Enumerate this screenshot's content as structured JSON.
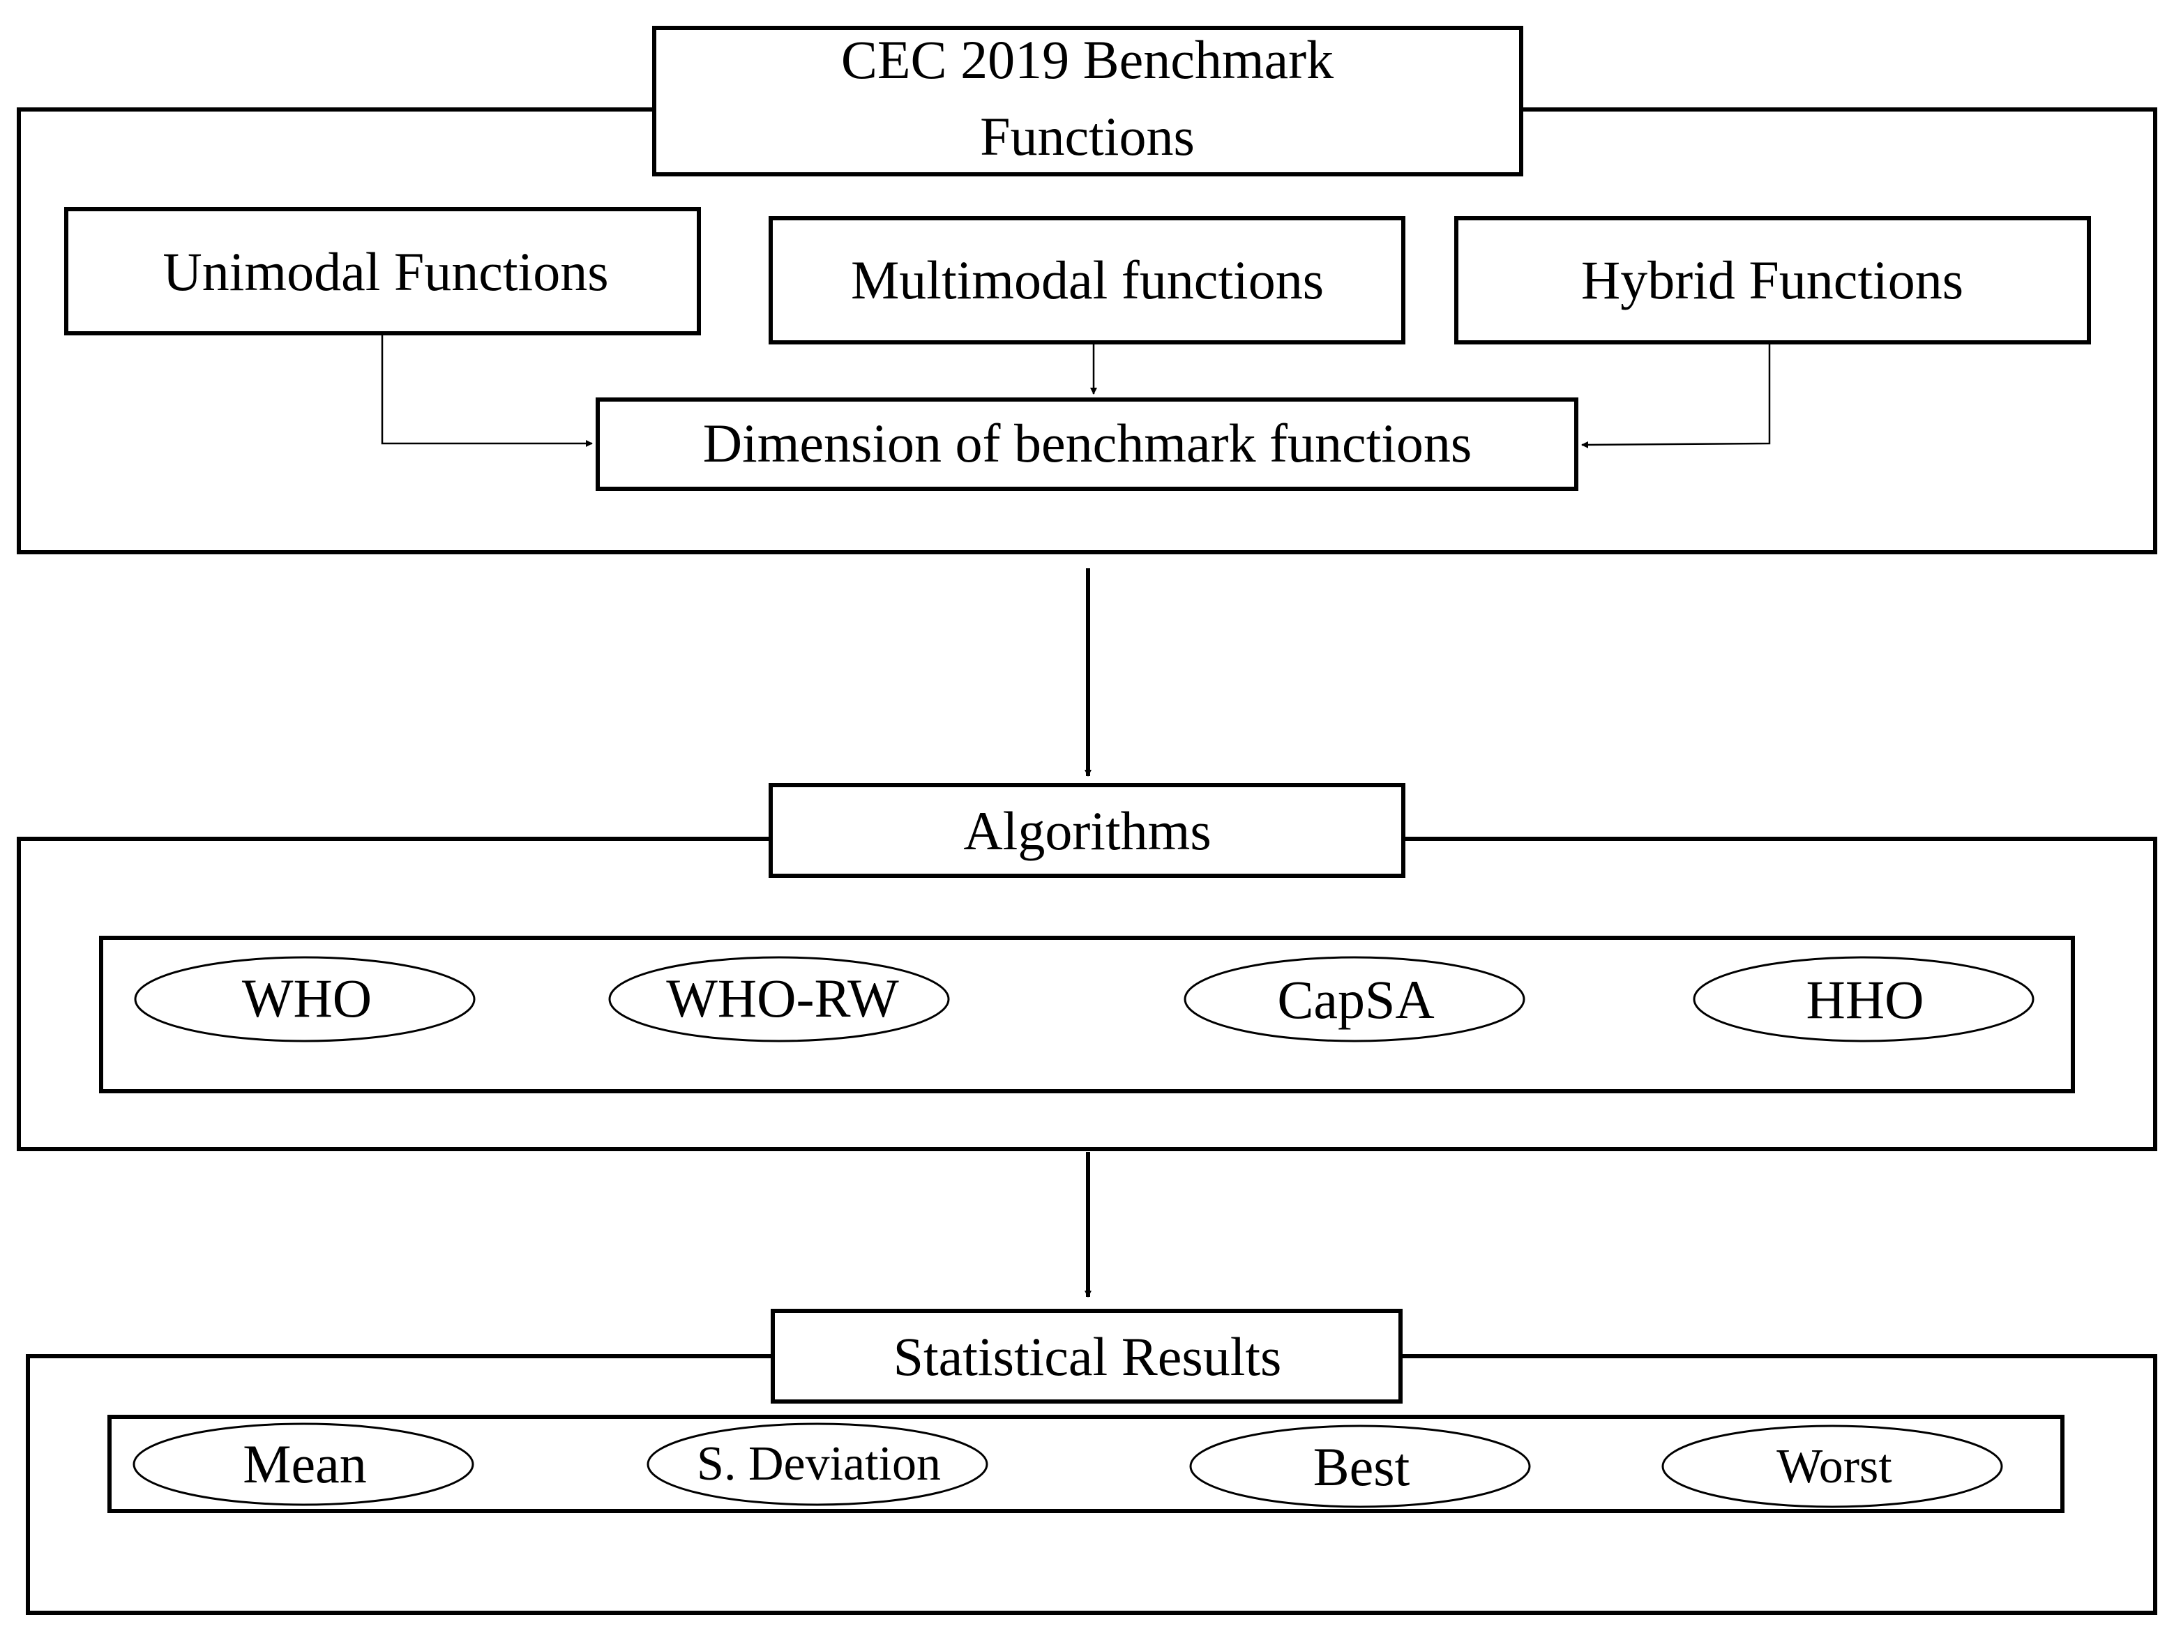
{
  "benchmark": {
    "title_line1": "CEC 2019 Benchmark",
    "title_line2": "Functions",
    "unimodal": "Unimodal Functions",
    "multimodal": "Multimodal functions",
    "hybrid": "Hybrid Functions",
    "dimension": "Dimension of benchmark functions"
  },
  "algorithms": {
    "title": "Algorithms",
    "items": [
      "WHO",
      "WHO-RW",
      "CapSA",
      "HHO"
    ]
  },
  "results": {
    "title": "Statistical Results",
    "items": [
      "Mean",
      "S. Deviation",
      "Best",
      "Worst"
    ]
  }
}
